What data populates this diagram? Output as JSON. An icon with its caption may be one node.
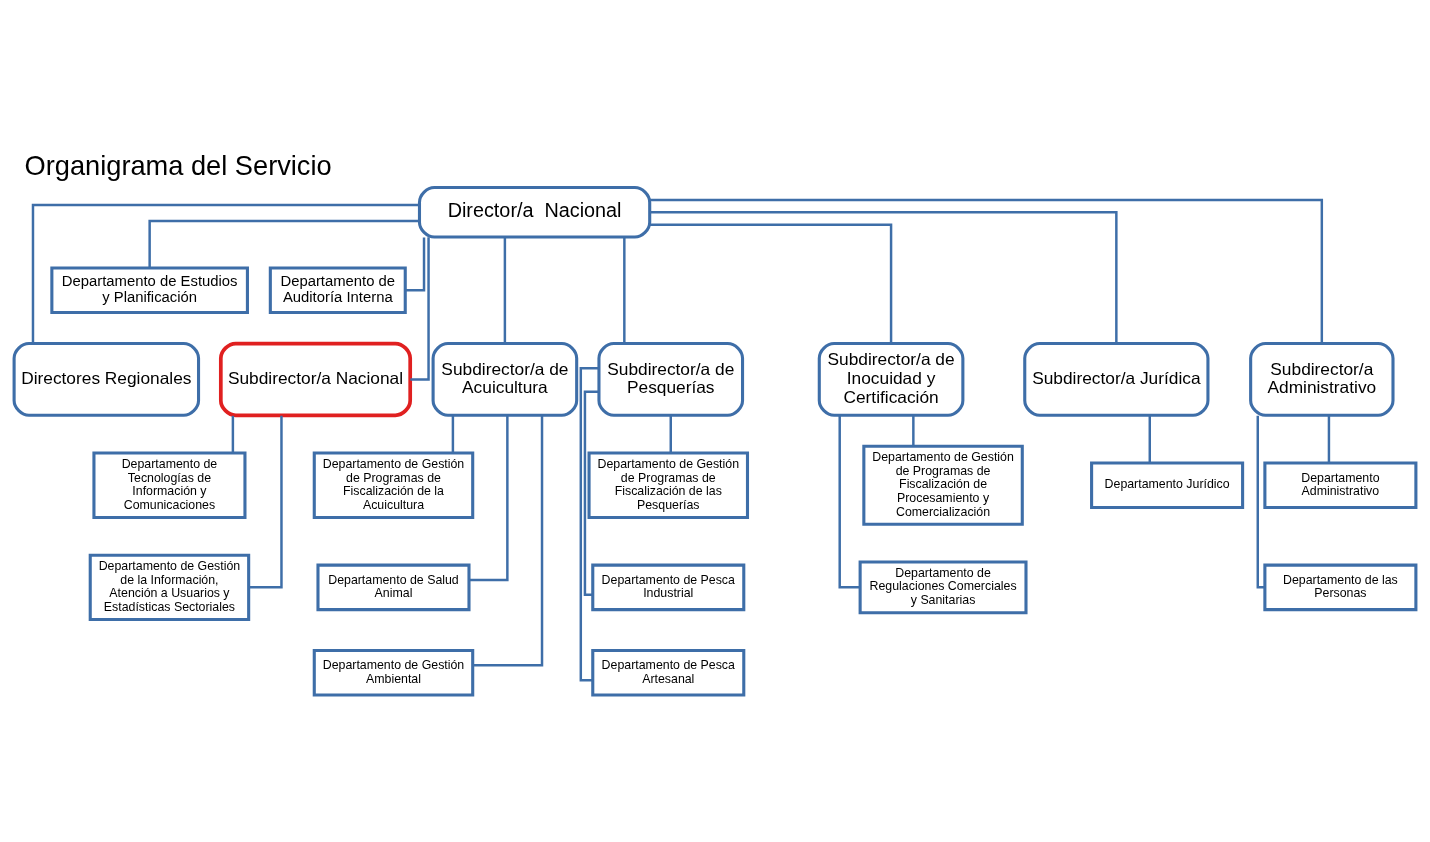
{
  "diagram": {
    "title": "Organigrama del Servicio",
    "nodes": [
      {
        "text": [
          "Director/a  Nacional"
        ]
      },
      {
        "text": [
          "Departamento de Estudios y Planificación"
        ]
      },
      {
        "text": [
          "Departamento de Auditoría Interna"
        ]
      },
      {
        "text": [
          "Directores Regionales"
        ]
      },
      {
        "text": [
          "Subdirector/a Nacional"
        ]
      },
      {
        "text": [
          "Departamento de Tecnologías de Información y Comunicaciones"
        ]
      },
      {
        "text": [
          "Departamento de Gestión de la Información, Atención a Usuarios y Estadísticas Sectoriales"
        ]
      },
      {
        "text": [
          "Subdirector/a de Acuicultura"
        ]
      },
      {
        "text": [
          "Departamento de Gestión de Programas de Fiscalización de la Acuicultura"
        ]
      },
      {
        "text": [
          "Departamento de Salud Animal"
        ]
      },
      {
        "text": [
          "Departamento de Gestión Ambiental"
        ]
      },
      {
        "text": [
          "Subdirector/a de Pesquerías"
        ]
      },
      {
        "text": [
          "Departamento de Gestión de Programas de Fiscalización de las Pesquerías"
        ]
      },
      {
        "text": [
          "Departamento de Pesca Industrial"
        ]
      },
      {
        "text": [
          "Departamento de Pesca Artesanal"
        ]
      },
      {
        "text": [
          "Subdirector/a de Inocuidad y Certificación"
        ]
      },
      {
        "text": [
          "Departamento de Gestión de Programas de Fiscalización de Procesamiento y Comercialización"
        ]
      },
      {
        "text": [
          "Departamento de Regulaciones Comerciales y Sanitarias"
        ]
      },
      {
        "text": [
          "Subdirector/a Jurídica"
        ]
      },
      {
        "text": [
          "Departamento Jurídico"
        ]
      },
      {
        "text": [
          "Subdirector/a Administrativo"
        ]
      },
      {
        "text": [
          "Departamento Administrativo"
        ]
      },
      {
        "text": [
          "Departamento de las Personas"
        ]
      }
    ],
    "edges": [
      {
        "from": 0,
        "to": 1,
        "arrow": "none"
      },
      {
        "from": 0,
        "to": 2,
        "arrow": "none"
      },
      {
        "from": 0,
        "to": 3,
        "arrow": "none"
      },
      {
        "from": 0,
        "to": 4,
        "arrow": "none"
      },
      {
        "from": 0,
        "to": 7,
        "arrow": "none"
      },
      {
        "from": 0,
        "to": 11,
        "arrow": "none"
      },
      {
        "from": 0,
        "to": 15,
        "arrow": "none"
      },
      {
        "from": 0,
        "to": 18,
        "arrow": "none"
      },
      {
        "from": 0,
        "to": 20,
        "arrow": "none"
      },
      {
        "from": 4,
        "to": 5,
        "arrow": "none"
      },
      {
        "from": 4,
        "to": 6,
        "arrow": "none"
      },
      {
        "from": 7,
        "to": 8,
        "arrow": "none"
      },
      {
        "from": 7,
        "to": 9,
        "arrow": "none"
      },
      {
        "from": 7,
        "to": 10,
        "arrow": "none"
      },
      {
        "from": 11,
        "to": 12,
        "arrow": "none"
      },
      {
        "from": 11,
        "to": 13,
        "arrow": "none"
      },
      {
        "from": 11,
        "to": 14,
        "arrow": "none"
      },
      {
        "from": 15,
        "to": 16,
        "arrow": "none"
      },
      {
        "from": 15,
        "to": 17,
        "arrow": "none"
      },
      {
        "from": 18,
        "to": 19,
        "arrow": "none"
      },
      {
        "from": 20,
        "to": 21,
        "arrow": "none"
      },
      {
        "from": 20,
        "to": 22,
        "arrow": "none"
      }
    ]
  }
}
